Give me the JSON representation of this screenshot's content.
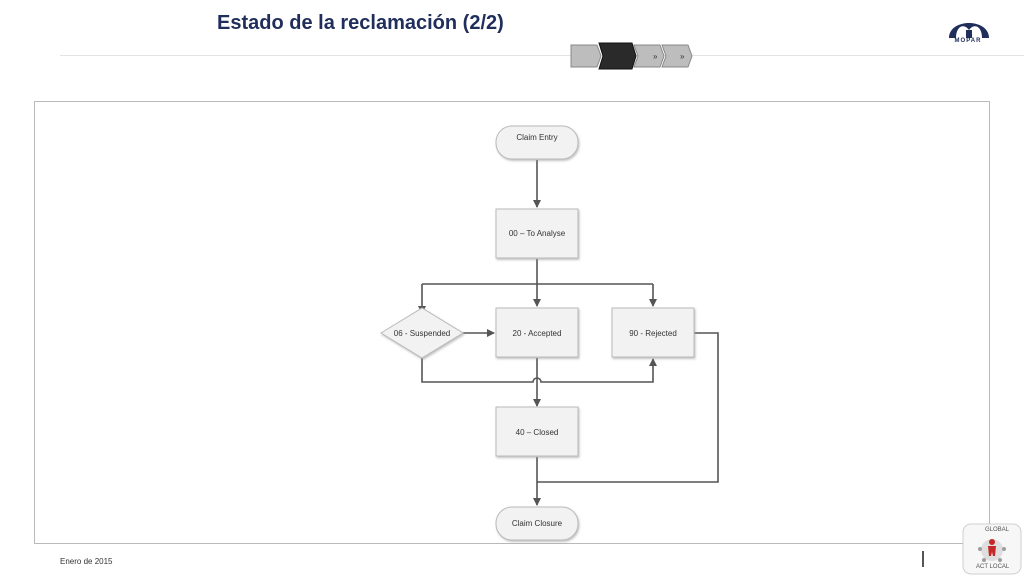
{
  "header": {
    "title": "Estado de la reclamación (2/2)"
  },
  "logo": {
    "brand": "MOPAR"
  },
  "diagram": {
    "nodes": {
      "claim_entry": "Claim Entry",
      "to_analyse": "00 – To Analyse",
      "suspended": "06 - Suspended",
      "accepted": "20 - Accepted",
      "rejected": "90 - Rejected",
      "closed": "40 – Closed",
      "claim_closure": "Claim Closure"
    }
  },
  "footer": {
    "date": "Enero de 2015",
    "badge_top": "GLOBAL",
    "badge_bottom": "ACT LOCAL"
  },
  "colors": {
    "title": "#1f2e5a",
    "node_fill": "#f2f2f2",
    "node_stroke": "#b9b9b9",
    "connector": "#555555",
    "step_active": "#2a2a2a",
    "step_inactive": "#bdbdbd"
  }
}
